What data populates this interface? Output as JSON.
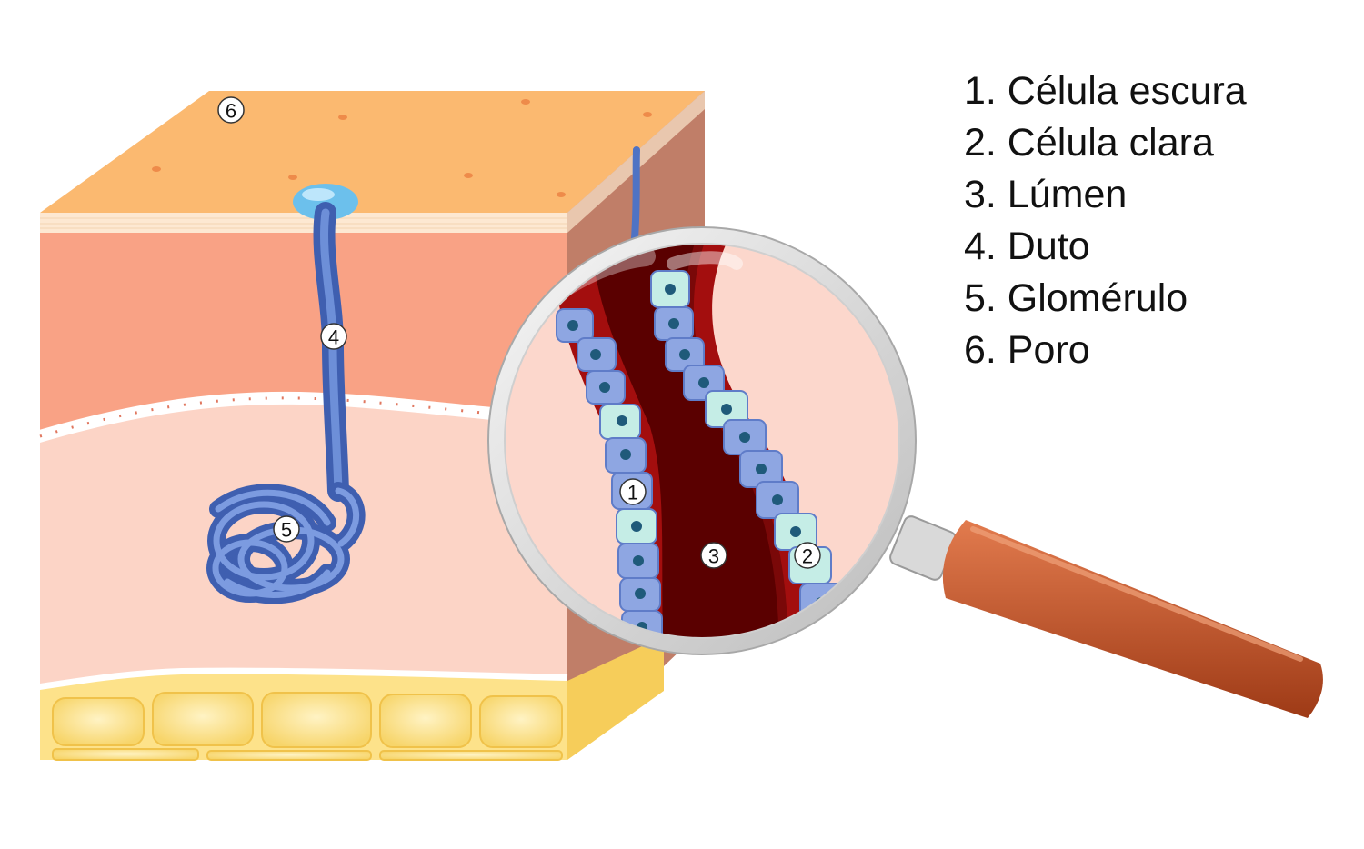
{
  "markers": {
    "cell_dark": "1",
    "cell_clear": "2",
    "lumen": "3",
    "duct": "4",
    "glomerulus": "5",
    "pore": "6"
  },
  "legend": [
    "1. Célula escura",
    "2. Célula clara",
    "3. Lúmen",
    "4. Duto",
    "5. Glomérulo",
    "6. Poro"
  ],
  "colors": {
    "skin_surface": "#fbb970",
    "epidermis": "#f9a285",
    "dermis": "#fcd4c6",
    "fat": "#fde28a",
    "gland": "#4f73c4",
    "lumen": "#5a0000",
    "magnifier_handle": "#c8542b"
  }
}
